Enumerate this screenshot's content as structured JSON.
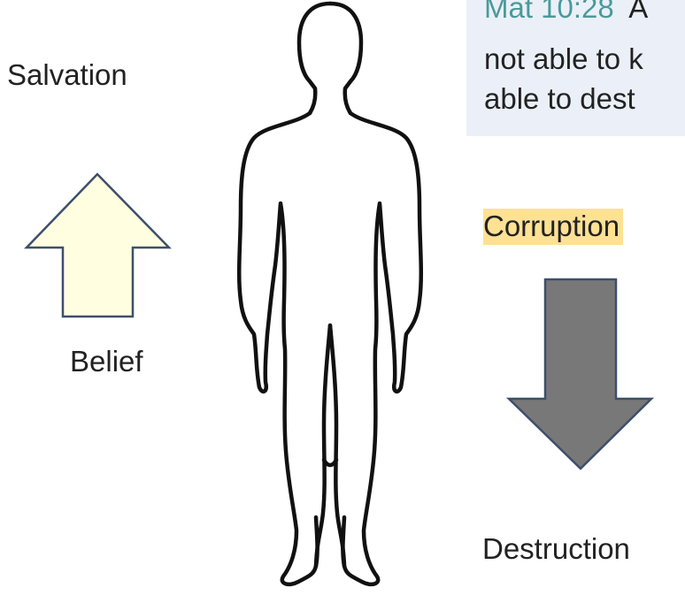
{
  "labels": {
    "salvation": "Salvation",
    "belief": "Belief",
    "corruption": "Corruption",
    "destruction": "Destruction"
  },
  "verse": {
    "reference": "Mat 10:28",
    "line1_rest": "  A",
    "line2": "not able to k",
    "line3": "able to dest"
  },
  "colors": {
    "up_arrow_fill": "#fffee0",
    "down_arrow_fill": "#787878",
    "highlight": "#ffe194",
    "verse_background": "#ebf0f8",
    "verse_reference": "#4a9a9a"
  }
}
